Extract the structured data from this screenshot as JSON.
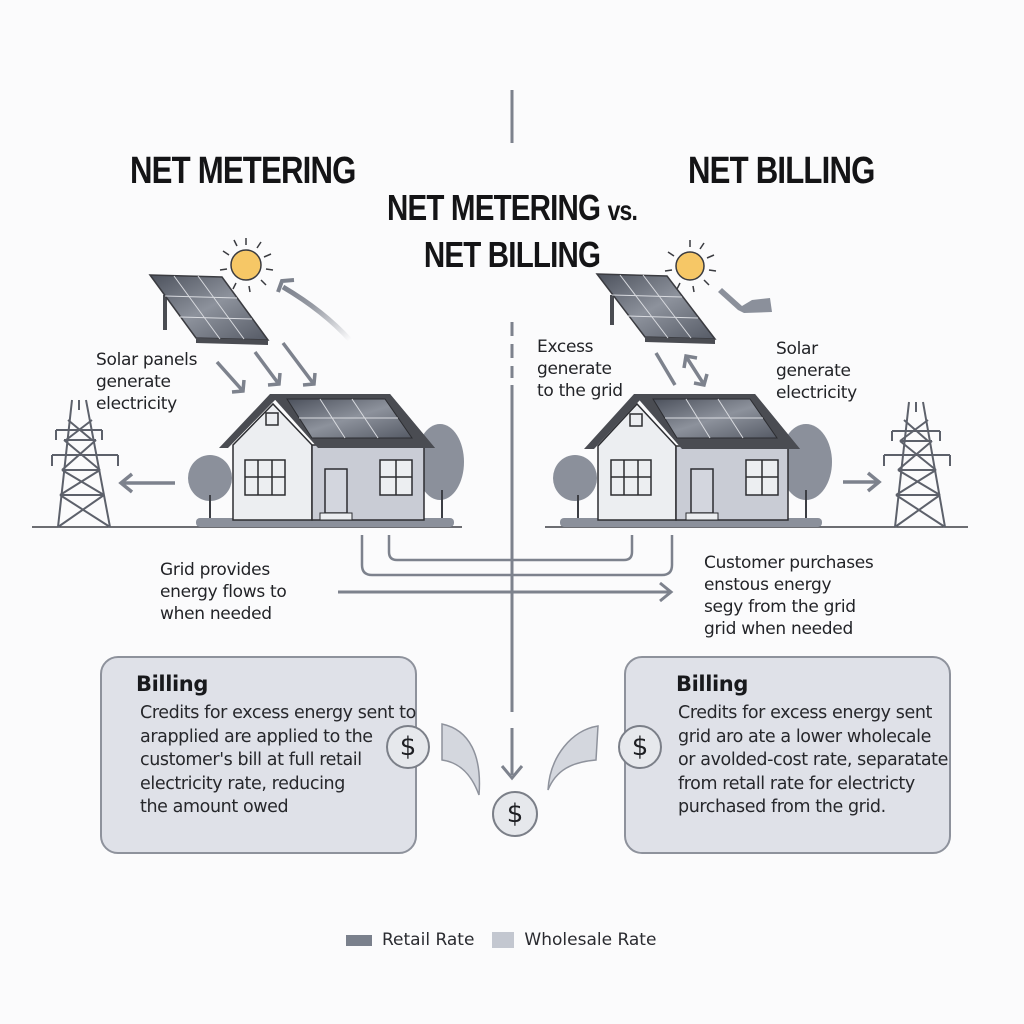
{
  "center_title": {
    "line1": "NET METERING",
    "vs": "vs.",
    "line2": "NET BILLING"
  },
  "left": {
    "heading": "NET METERING",
    "solar_label": "Solar panels\ngenerate\n  electricity",
    "grid_label": "Grid provides\nenergy flows to\nwhen needed",
    "billing": {
      "title": "Billing",
      "body": "Credits for excess energy sent to\narapplied are applied to the\ncustomer's bill at full retail\nelectricity rate, reducing\nthe amount owed",
      "icon": "dollar-icon"
    }
  },
  "right": {
    "heading": "NET BILLING",
    "excess_label": "Excess\ngenerate\nto the grid",
    "solar_label": "Solar\n generate\n   electricity",
    "purchase_label": "Customer purchases\nenstous energy\nsegy from the grid\ngrid when needed",
    "billing": {
      "title": "Billing",
      "body": "Credits for excess energy sent\ngrid aro ate a lower wholecale\nor avolded-cost rate, separatate\nfrom retall rate for electricty\npurchased from the grid.",
      "icon": "dollar-icon"
    }
  },
  "center_icon": {
    "symbol": "$",
    "icon": "dollar-icon"
  },
  "legend": {
    "items": [
      {
        "label": "Retail Rate",
        "color": "#7a808c"
      },
      {
        "label": "Wholesale Rate",
        "color": "#c3c7d0"
      }
    ]
  },
  "colors": {
    "line": "#7d828d",
    "sun": "#f6c766",
    "panel": "#5d626e",
    "roof": "#4a4c52",
    "house_light": "#eceef1",
    "house_dark": "#c9ccd5",
    "tree": "#8b909b",
    "billing_bg": "#dfe1e8"
  }
}
